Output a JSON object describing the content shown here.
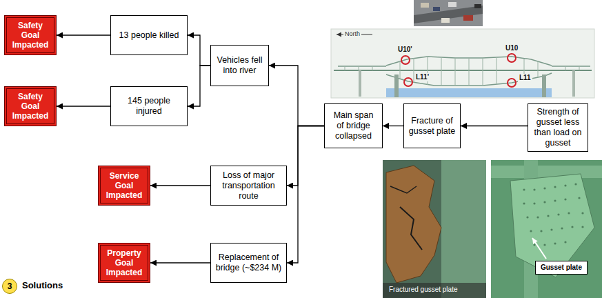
{
  "diagram": {
    "nodes": [
      {
        "text": [
          "Safety Goal Impacted"
        ]
      },
      {
        "text": [
          "13 people killed"
        ]
      },
      {
        "text": [
          "Vehicles fell into river"
        ]
      },
      {
        "text": [
          "Safety Goal Impacted"
        ]
      },
      {
        "text": [
          "145 people injured"
        ]
      },
      {
        "text": [
          "Main span of bridge collapsed"
        ]
      },
      {
        "text": [
          "Fracture of gusset plate"
        ]
      },
      {
        "text": [
          "Strength of gusset less than load on gusset"
        ]
      },
      {
        "text": [
          "Service Goal Impacted"
        ]
      },
      {
        "text": [
          "Loss of major transportation route"
        ]
      },
      {
        "text": [
          "Property Goal Impacted"
        ]
      },
      {
        "text": [
          "Replacement of bridge (~$234 M)"
        ]
      },
      {
        "text": [
          "Gusset plate"
        ]
      },
      {
        "text": [
          "3"
        ]
      }
    ],
    "edges": [
      {
        "from": 1,
        "to": 0,
        "arrow": "to"
      },
      {
        "from": 4,
        "to": 3,
        "arrow": "to"
      },
      {
        "from": 2,
        "to": 1,
        "arrow": "to"
      },
      {
        "from": 2,
        "to": 4,
        "arrow": "to"
      },
      {
        "from": 5,
        "to": 2,
        "arrow": "to"
      },
      {
        "from": 5,
        "to": 9,
        "arrow": "to"
      },
      {
        "from": 5,
        "to": 11,
        "arrow": "to"
      },
      {
        "from": 6,
        "to": 5,
        "arrow": "to"
      },
      {
        "from": 7,
        "to": 6,
        "arrow": "to"
      },
      {
        "from": 9,
        "to": 8,
        "arrow": "to"
      },
      {
        "from": 11,
        "to": 10,
        "arrow": "to"
      }
    ],
    "labels": [
      "North",
      "U10'",
      "U10",
      "L11'",
      "L11",
      "Fractured gusset plate",
      "Solutions"
    ]
  }
}
